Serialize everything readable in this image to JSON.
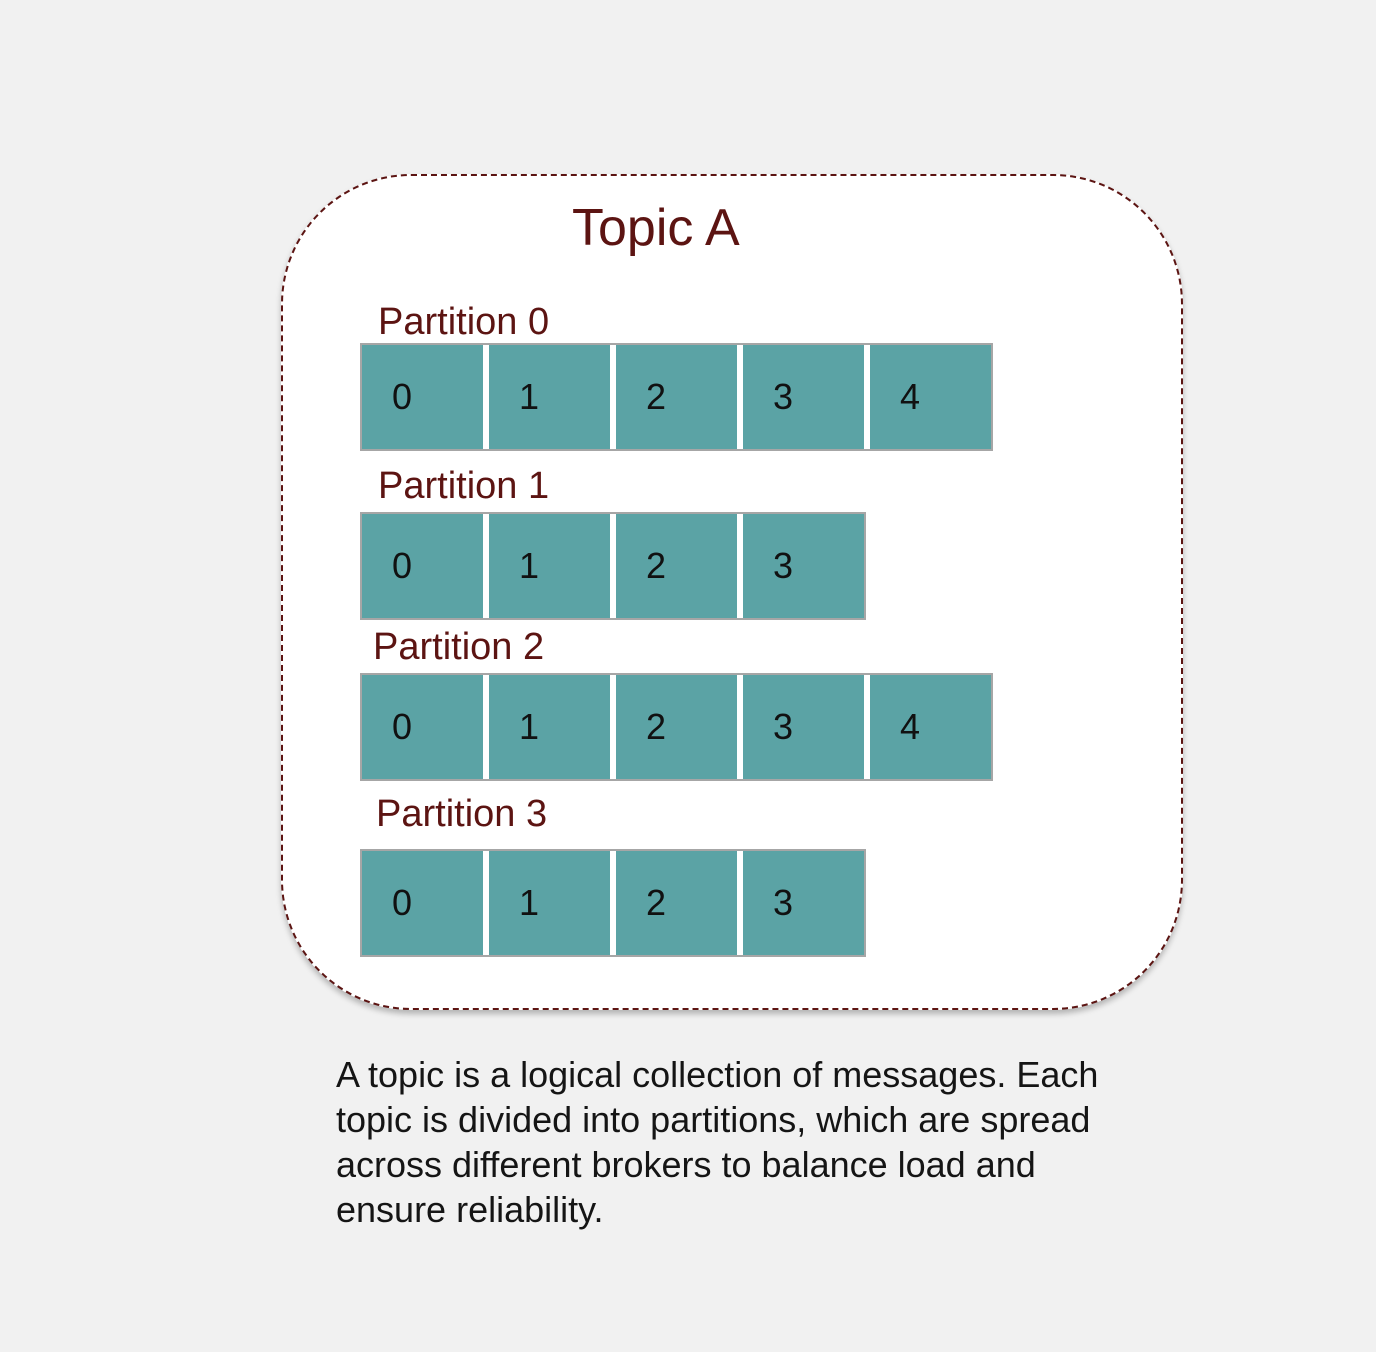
{
  "topic": {
    "title": "Topic A"
  },
  "partitions": [
    {
      "label": "Partition 0",
      "offsets": [
        "0",
        "1",
        "2",
        "3",
        "4"
      ]
    },
    {
      "label": "Partition 1",
      "offsets": [
        "0",
        "1",
        "2",
        "3"
      ]
    },
    {
      "label": "Partition 2",
      "offsets": [
        "0",
        "1",
        "2",
        "3",
        "4"
      ]
    },
    {
      "label": "Partition 3",
      "offsets": [
        "0",
        "1",
        "2",
        "3"
      ]
    }
  ],
  "caption": "A topic is a logical collection of messages. Each topic is divided into partitions, which are spread across different brokers to balance load and ensure reliability.",
  "colors": {
    "accent": "#5c1412",
    "cell": "#5ba3a5",
    "cell_border": "#a6a6a6",
    "background": "#f1f1f1"
  }
}
